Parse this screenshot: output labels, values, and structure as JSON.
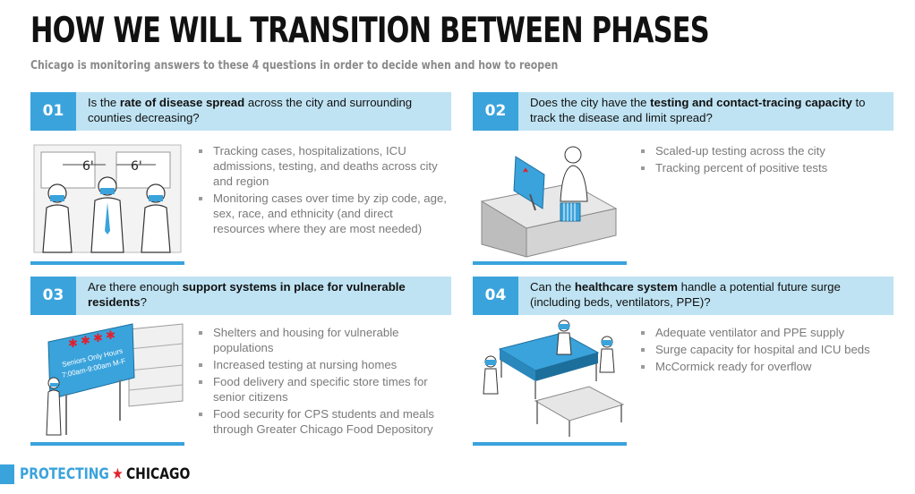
{
  "title": "HOW WE WILL TRANSITION BETWEEN PHASES",
  "subtitle": "Chicago is monitoring answers to these 4 questions in order to decide when and how to reopen",
  "questions": [
    {
      "number": "01",
      "text_before": "Is the ",
      "text_bold": "rate of disease spread",
      "text_after": " across the city and surrounding counties decreasing?",
      "bullets": [
        "Tracking cases, hospitalizations, ICU admissions, testing, and deaths across city and region",
        "Monitoring cases over time by zip code, age, sex, race, and ethnicity (and direct resources where they are most needed)"
      ],
      "illustration": "social-distancing-people",
      "distance_label_1": "6'",
      "distance_label_2": "6'"
    },
    {
      "number": "02",
      "text_before": "Does the city have the ",
      "text_bold": "testing and contact-tracing capacity",
      "text_after": " to track the disease and limit spread?",
      "bullets": [
        "Scaled-up testing across the city",
        "Tracking percent of positive tests"
      ],
      "illustration": "contact-tracer-at-desk"
    },
    {
      "number": "03",
      "text_before": "Are there enough ",
      "text_bold": "support systems in place for vulnerable residents",
      "text_after": "?",
      "bullets": [
        "Shelters and housing for vulnerable populations",
        "Increased testing at nursing homes",
        "Food delivery and specific store times for senior citizens",
        "Food security for CPS students and meals through Greater Chicago Food Depository"
      ],
      "illustration": "senior-shopping-hours-sign",
      "sign_line_1": "Seniors Only Hours",
      "sign_line_2": "7:00am-9:00am M-F"
    },
    {
      "number": "04",
      "text_before": "Can the ",
      "text_bold": "healthcare system",
      "text_after": " handle a potential future surge (including beds, ventilators, PPE)?",
      "bullets": [
        "Adequate ventilator and PPE supply",
        "Surge capacity for hospital and ICU beds",
        "McCormick ready for overflow"
      ],
      "illustration": "hospital-beds-workers"
    }
  ],
  "footer": {
    "left": "PROTECTING",
    "right": "CHICAGO",
    "star": "★"
  },
  "colors": {
    "accent": "#3aa3dc",
    "light": "#bfe3f3",
    "flag_red": "#e2202c"
  }
}
